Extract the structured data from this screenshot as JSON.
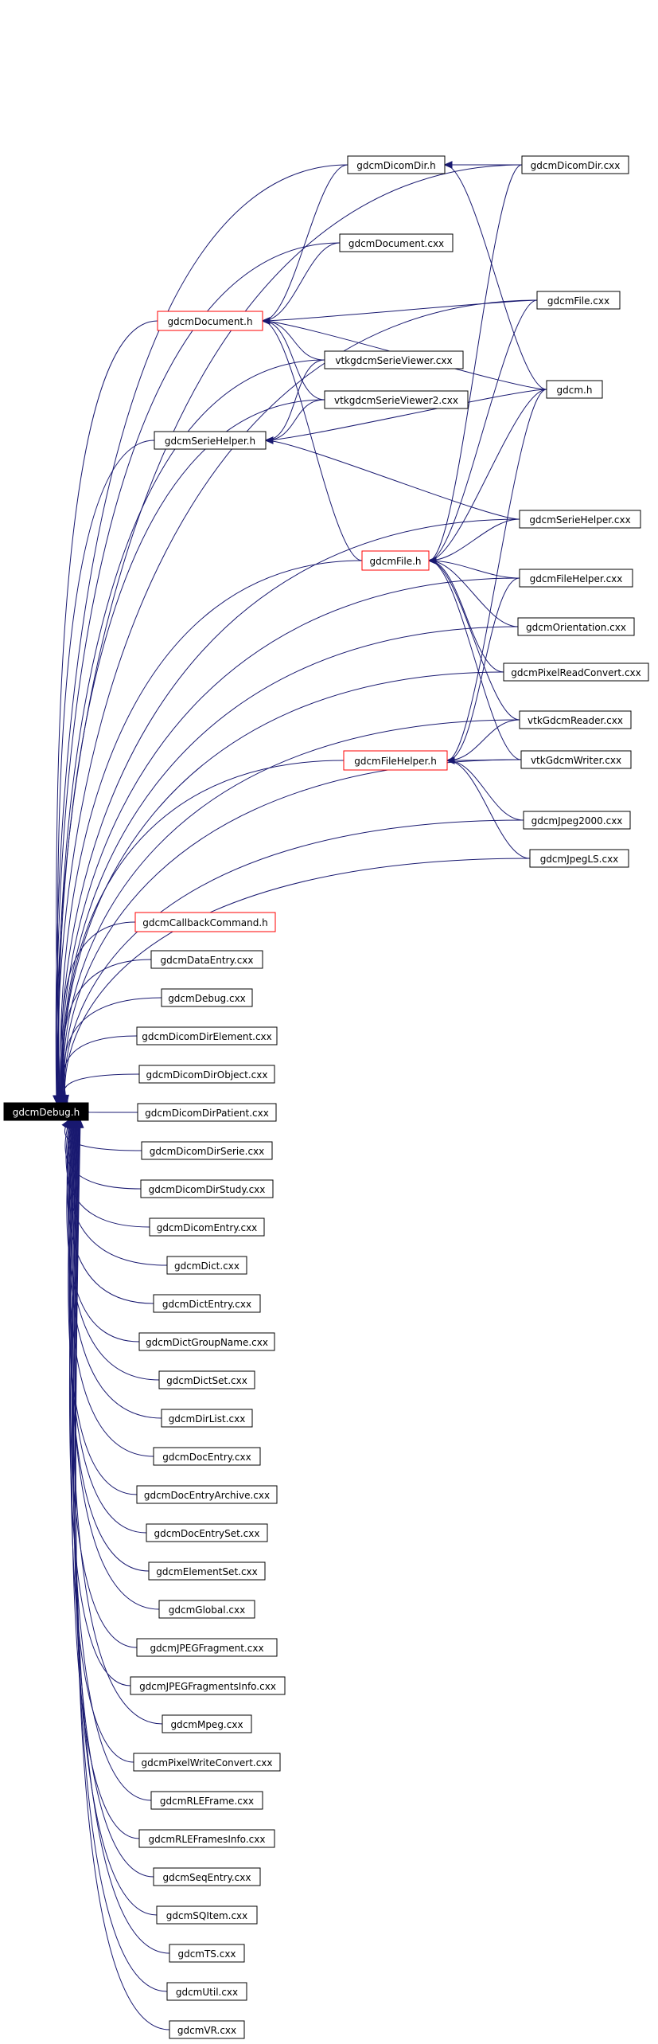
{
  "colors": {
    "edge": "#191970",
    "incomplete_border": "#ff0000",
    "root_fill": "#000000",
    "root_text": "#ffffff",
    "node_border": "#000000"
  },
  "root": "gdcmDebug.h",
  "nodes": [
    {
      "id": "gdcmDebug.h",
      "label": "gdcmDebug.h",
      "style": "root"
    },
    {
      "id": "gdcmDicomDir.h",
      "label": "gdcmDicomDir.h",
      "style": "normal"
    },
    {
      "id": "gdcmDicomDir.cxx",
      "label": "gdcmDicomDir.cxx",
      "style": "normal"
    },
    {
      "id": "gdcmDocument.cxx",
      "label": "gdcmDocument.cxx",
      "style": "normal"
    },
    {
      "id": "gdcmFile.cxx",
      "label": "gdcmFile.cxx",
      "style": "normal"
    },
    {
      "id": "gdcmDocument.h",
      "label": "gdcmDocument.h",
      "style": "incomplete"
    },
    {
      "id": "vtkgdcmSerieViewer.cxx",
      "label": "vtkgdcmSerieViewer.cxx",
      "style": "normal"
    },
    {
      "id": "vtkgdcmSerieViewer2.cxx",
      "label": "vtkgdcmSerieViewer2.cxx",
      "style": "normal"
    },
    {
      "id": "gdcm.h",
      "label": "gdcm.h",
      "style": "normal"
    },
    {
      "id": "gdcmSerieHelper.h",
      "label": "gdcmSerieHelper.h",
      "style": "normal"
    },
    {
      "id": "gdcmSerieHelper.cxx",
      "label": "gdcmSerieHelper.cxx",
      "style": "normal"
    },
    {
      "id": "gdcmFile.h",
      "label": "gdcmFile.h",
      "style": "incomplete"
    },
    {
      "id": "gdcmFileHelper.cxx",
      "label": "gdcmFileHelper.cxx",
      "style": "normal"
    },
    {
      "id": "gdcmOrientation.cxx",
      "label": "gdcmOrientation.cxx",
      "style": "normal"
    },
    {
      "id": "gdcmPixelReadConvert.cxx",
      "label": "gdcmPixelReadConvert.cxx",
      "style": "normal"
    },
    {
      "id": "vtkGdcmReader.cxx",
      "label": "vtkGdcmReader.cxx",
      "style": "normal"
    },
    {
      "id": "gdcmFileHelper.h",
      "label": "gdcmFileHelper.h",
      "style": "incomplete"
    },
    {
      "id": "vtkGdcmWriter.cxx",
      "label": "vtkGdcmWriter.cxx",
      "style": "normal"
    },
    {
      "id": "gdcmJpeg2000.cxx",
      "label": "gdcmJpeg2000.cxx",
      "style": "normal"
    },
    {
      "id": "gdcmJpegLS.cxx",
      "label": "gdcmJpegLS.cxx",
      "style": "normal"
    },
    {
      "id": "gdcmCallbackCommand.h",
      "label": "gdcmCallbackCommand.h",
      "style": "incomplete"
    },
    {
      "id": "gdcmDataEntry.cxx",
      "label": "gdcmDataEntry.cxx",
      "style": "normal"
    },
    {
      "id": "gdcmDebug.cxx",
      "label": "gdcmDebug.cxx",
      "style": "normal"
    },
    {
      "id": "gdcmDicomDirElement.cxx",
      "label": "gdcmDicomDirElement.cxx",
      "style": "normal"
    },
    {
      "id": "gdcmDicomDirObject.cxx",
      "label": "gdcmDicomDirObject.cxx",
      "style": "normal"
    },
    {
      "id": "gdcmDicomDirPatient.cxx",
      "label": "gdcmDicomDirPatient.cxx",
      "style": "normal"
    },
    {
      "id": "gdcmDicomDirSerie.cxx",
      "label": "gdcmDicomDirSerie.cxx",
      "style": "normal"
    },
    {
      "id": "gdcmDicomDirStudy.cxx",
      "label": "gdcmDicomDirStudy.cxx",
      "style": "normal"
    },
    {
      "id": "gdcmDicomEntry.cxx",
      "label": "gdcmDicomEntry.cxx",
      "style": "normal"
    },
    {
      "id": "gdcmDict.cxx",
      "label": "gdcmDict.cxx",
      "style": "normal"
    },
    {
      "id": "gdcmDictEntry.cxx",
      "label": "gdcmDictEntry.cxx",
      "style": "normal"
    },
    {
      "id": "gdcmDictGroupName.cxx",
      "label": "gdcmDictGroupName.cxx",
      "style": "normal"
    },
    {
      "id": "gdcmDictSet.cxx",
      "label": "gdcmDictSet.cxx",
      "style": "normal"
    },
    {
      "id": "gdcmDirList.cxx",
      "label": "gdcmDirList.cxx",
      "style": "normal"
    },
    {
      "id": "gdcmDocEntry.cxx",
      "label": "gdcmDocEntry.cxx",
      "style": "normal"
    },
    {
      "id": "gdcmDocEntryArchive.cxx",
      "label": "gdcmDocEntryArchive.cxx",
      "style": "normal"
    },
    {
      "id": "gdcmDocEntrySet.cxx",
      "label": "gdcmDocEntrySet.cxx",
      "style": "normal"
    },
    {
      "id": "gdcmElementSet.cxx",
      "label": "gdcmElementSet.cxx",
      "style": "normal"
    },
    {
      "id": "gdcmGlobal.cxx",
      "label": "gdcmGlobal.cxx",
      "style": "normal"
    },
    {
      "id": "gdcmJPEGFragment.cxx",
      "label": "gdcmJPEGFragment.cxx",
      "style": "normal"
    },
    {
      "id": "gdcmJPEGFragmentsInfo.cxx",
      "label": "gdcmJPEGFragmentsInfo.cxx",
      "style": "normal"
    },
    {
      "id": "gdcmMpeg.cxx",
      "label": "gdcmMpeg.cxx",
      "style": "normal"
    },
    {
      "id": "gdcmPixelWriteConvert.cxx",
      "label": "gdcmPixelWriteConvert.cxx",
      "style": "normal"
    },
    {
      "id": "gdcmRLEFrame.cxx",
      "label": "gdcmRLEFrame.cxx",
      "style": "normal"
    },
    {
      "id": "gdcmRLEFramesInfo.cxx",
      "label": "gdcmRLEFramesInfo.cxx",
      "style": "normal"
    },
    {
      "id": "gdcmSeqEntry.cxx",
      "label": "gdcmSeqEntry.cxx",
      "style": "normal"
    },
    {
      "id": "gdcmSQItem.cxx",
      "label": "gdcmSQItem.cxx",
      "style": "normal"
    },
    {
      "id": "gdcmTS.cxx",
      "label": "gdcmTS.cxx",
      "style": "normal"
    },
    {
      "id": "gdcmUtil.cxx",
      "label": "gdcmUtil.cxx",
      "style": "normal"
    },
    {
      "id": "gdcmVR.cxx",
      "label": "gdcmVR.cxx",
      "style": "normal"
    }
  ],
  "edges": [
    {
      "from": "gdcmDicomDir.h",
      "to": "gdcmDebug.h"
    },
    {
      "from": "gdcmDicomDir.cxx",
      "to": "gdcmDebug.h"
    },
    {
      "from": "gdcmDocument.cxx",
      "to": "gdcmDebug.h"
    },
    {
      "from": "gdcmFile.cxx",
      "to": "gdcmDebug.h"
    },
    {
      "from": "gdcmDocument.h",
      "to": "gdcmDebug.h"
    },
    {
      "from": "vtkgdcmSerieViewer.cxx",
      "to": "gdcmDebug.h"
    },
    {
      "from": "vtkgdcmSerieViewer2.cxx",
      "to": "gdcmDebug.h"
    },
    {
      "from": "gdcmSerieHelper.h",
      "to": "gdcmDebug.h"
    },
    {
      "from": "gdcmSerieHelper.cxx",
      "to": "gdcmDebug.h"
    },
    {
      "from": "gdcmFile.h",
      "to": "gdcmDebug.h"
    },
    {
      "from": "gdcmFileHelper.cxx",
      "to": "gdcmDebug.h"
    },
    {
      "from": "gdcmOrientation.cxx",
      "to": "gdcmDebug.h"
    },
    {
      "from": "gdcmPixelReadConvert.cxx",
      "to": "gdcmDebug.h"
    },
    {
      "from": "vtkGdcmReader.cxx",
      "to": "gdcmDebug.h"
    },
    {
      "from": "gdcmFileHelper.h",
      "to": "gdcmDebug.h"
    },
    {
      "from": "vtkGdcmWriter.cxx",
      "to": "gdcmDebug.h"
    },
    {
      "from": "gdcmJpeg2000.cxx",
      "to": "gdcmDebug.h"
    },
    {
      "from": "gdcmJpegLS.cxx",
      "to": "gdcmDebug.h"
    },
    {
      "from": "gdcmCallbackCommand.h",
      "to": "gdcmDebug.h"
    },
    {
      "from": "gdcmDataEntry.cxx",
      "to": "gdcmDebug.h"
    },
    {
      "from": "gdcmDebug.cxx",
      "to": "gdcmDebug.h"
    },
    {
      "from": "gdcmDicomDirElement.cxx",
      "to": "gdcmDebug.h"
    },
    {
      "from": "gdcmDicomDirObject.cxx",
      "to": "gdcmDebug.h"
    },
    {
      "from": "gdcmDicomDirPatient.cxx",
      "to": "gdcmDebug.h"
    },
    {
      "from": "gdcmDicomDirSerie.cxx",
      "to": "gdcmDebug.h"
    },
    {
      "from": "gdcmDicomDirStudy.cxx",
      "to": "gdcmDebug.h"
    },
    {
      "from": "gdcmDicomEntry.cxx",
      "to": "gdcmDebug.h"
    },
    {
      "from": "gdcmDict.cxx",
      "to": "gdcmDebug.h"
    },
    {
      "from": "gdcmDictEntry.cxx",
      "to": "gdcmDebug.h"
    },
    {
      "from": "gdcmDictGroupName.cxx",
      "to": "gdcmDebug.h"
    },
    {
      "from": "gdcmDictSet.cxx",
      "to": "gdcmDebug.h"
    },
    {
      "from": "gdcmDirList.cxx",
      "to": "gdcmDebug.h"
    },
    {
      "from": "gdcmDocEntry.cxx",
      "to": "gdcmDebug.h"
    },
    {
      "from": "gdcmDocEntryArchive.cxx",
      "to": "gdcmDebug.h"
    },
    {
      "from": "gdcmDocEntrySet.cxx",
      "to": "gdcmDebug.h"
    },
    {
      "from": "gdcmElementSet.cxx",
      "to": "gdcmDebug.h"
    },
    {
      "from": "gdcmGlobal.cxx",
      "to": "gdcmDebug.h"
    },
    {
      "from": "gdcmJPEGFragment.cxx",
      "to": "gdcmDebug.h"
    },
    {
      "from": "gdcmJPEGFragmentsInfo.cxx",
      "to": "gdcmDebug.h"
    },
    {
      "from": "gdcmMpeg.cxx",
      "to": "gdcmDebug.h"
    },
    {
      "from": "gdcmPixelWriteConvert.cxx",
      "to": "gdcmDebug.h"
    },
    {
      "from": "gdcmRLEFrame.cxx",
      "to": "gdcmDebug.h"
    },
    {
      "from": "gdcmRLEFramesInfo.cxx",
      "to": "gdcmDebug.h"
    },
    {
      "from": "gdcmSeqEntry.cxx",
      "to": "gdcmDebug.h"
    },
    {
      "from": "gdcmSQItem.cxx",
      "to": "gdcmDebug.h"
    },
    {
      "from": "gdcmTS.cxx",
      "to": "gdcmDebug.h"
    },
    {
      "from": "gdcmUtil.cxx",
      "to": "gdcmDebug.h"
    },
    {
      "from": "gdcmVR.cxx",
      "to": "gdcmDebug.h"
    },
    {
      "from": "gdcmDicomDir.cxx",
      "to": "gdcmDicomDir.h"
    },
    {
      "from": "gdcm.h",
      "to": "gdcmDicomDir.h"
    },
    {
      "from": "gdcmDicomDir.h",
      "to": "gdcmDocument.h"
    },
    {
      "from": "gdcmDocument.cxx",
      "to": "gdcmDocument.h"
    },
    {
      "from": "gdcmFile.cxx",
      "to": "gdcmDocument.h"
    },
    {
      "from": "vtkgdcmSerieViewer.cxx",
      "to": "gdcmDocument.h"
    },
    {
      "from": "vtkgdcmSerieViewer2.cxx",
      "to": "gdcmDocument.h"
    },
    {
      "from": "gdcm.h",
      "to": "gdcmDocument.h"
    },
    {
      "from": "gdcmFile.h",
      "to": "gdcmDocument.h"
    },
    {
      "from": "vtkgdcmSerieViewer.cxx",
      "to": "gdcmSerieHelper.h"
    },
    {
      "from": "vtkgdcmSerieViewer2.cxx",
      "to": "gdcmSerieHelper.h"
    },
    {
      "from": "gdcm.h",
      "to": "gdcmSerieHelper.h"
    },
    {
      "from": "gdcmSerieHelper.cxx",
      "to": "gdcmSerieHelper.h"
    },
    {
      "from": "gdcmDicomDir.cxx",
      "to": "gdcmFile.h"
    },
    {
      "from": "gdcmFile.cxx",
      "to": "gdcmFile.h"
    },
    {
      "from": "gdcm.h",
      "to": "gdcmFile.h"
    },
    {
      "from": "gdcmSerieHelper.cxx",
      "to": "gdcmFile.h"
    },
    {
      "from": "gdcmFileHelper.cxx",
      "to": "gdcmFile.h"
    },
    {
      "from": "gdcmOrientation.cxx",
      "to": "gdcmFile.h"
    },
    {
      "from": "gdcmPixelReadConvert.cxx",
      "to": "gdcmFile.h"
    },
    {
      "from": "vtkGdcmReader.cxx",
      "to": "gdcmFile.h"
    },
    {
      "from": "vtkGdcmWriter.cxx",
      "to": "gdcmFile.h"
    },
    {
      "from": "gdcm.h",
      "to": "gdcmFileHelper.h"
    },
    {
      "from": "gdcmFileHelper.cxx",
      "to": "gdcmFileHelper.h"
    },
    {
      "from": "vtkGdcmReader.cxx",
      "to": "gdcmFileHelper.h"
    },
    {
      "from": "vtkGdcmWriter.cxx",
      "to": "gdcmFileHelper.h"
    },
    {
      "from": "gdcmJpeg2000.cxx",
      "to": "gdcmFileHelper.h"
    },
    {
      "from": "gdcmJpegLS.cxx",
      "to": "gdcmFileHelper.h"
    }
  ]
}
